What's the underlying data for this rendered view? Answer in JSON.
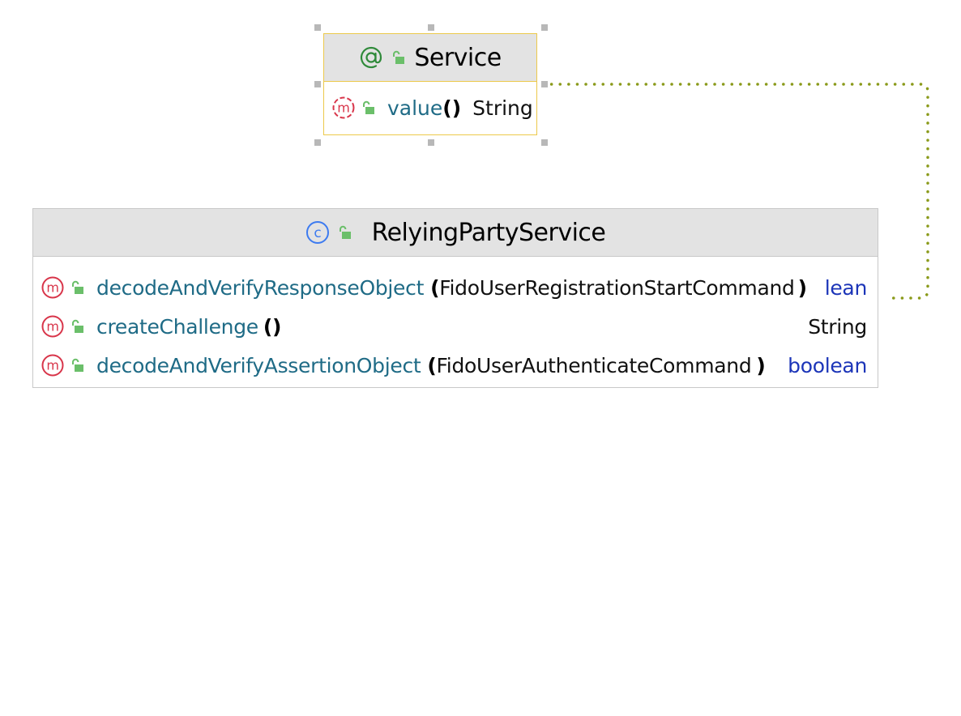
{
  "diagram": {
    "service": {
      "name": "Service",
      "kind_icon": "annotation-icon",
      "visibility_icon": "public-lock-icon",
      "members": [
        {
          "icon": "method-icon",
          "name": "value",
          "parens": "()",
          "return_type": "String"
        }
      ]
    },
    "relying_party_service": {
      "name": "RelyingPartyService",
      "kind_icon": "class-icon",
      "visibility_icon": "public-lock-icon",
      "members": [
        {
          "icon": "method-icon",
          "name": "decodeAndVerifyResponseObject",
          "open": "(",
          "param": "FidoUserRegistrationStartCommand",
          "close": ")",
          "return_type": "lean"
        },
        {
          "icon": "method-icon",
          "name": "createChallenge",
          "parens": "()",
          "return_type": "String"
        },
        {
          "icon": "method-icon",
          "name": "decodeAndVerifyAssertionObject",
          "open": "(",
          "param": "FidoUserAuthenticateCommand",
          "close": ")",
          "return_type": "boolean"
        }
      ]
    },
    "connector": {
      "style": "dotted",
      "color": "#8a9a1a"
    },
    "colors": {
      "header_bg": "#e3e3e3",
      "selected_border": "#ecc94b",
      "method_name": "#1f6b86",
      "keyword_type": "#1c35b8",
      "method_icon": "#d8354a",
      "class_icon": "#3d7bf0",
      "annotation_icon": "#2f8a3a",
      "lock_icon": "#6bbf6a"
    }
  }
}
